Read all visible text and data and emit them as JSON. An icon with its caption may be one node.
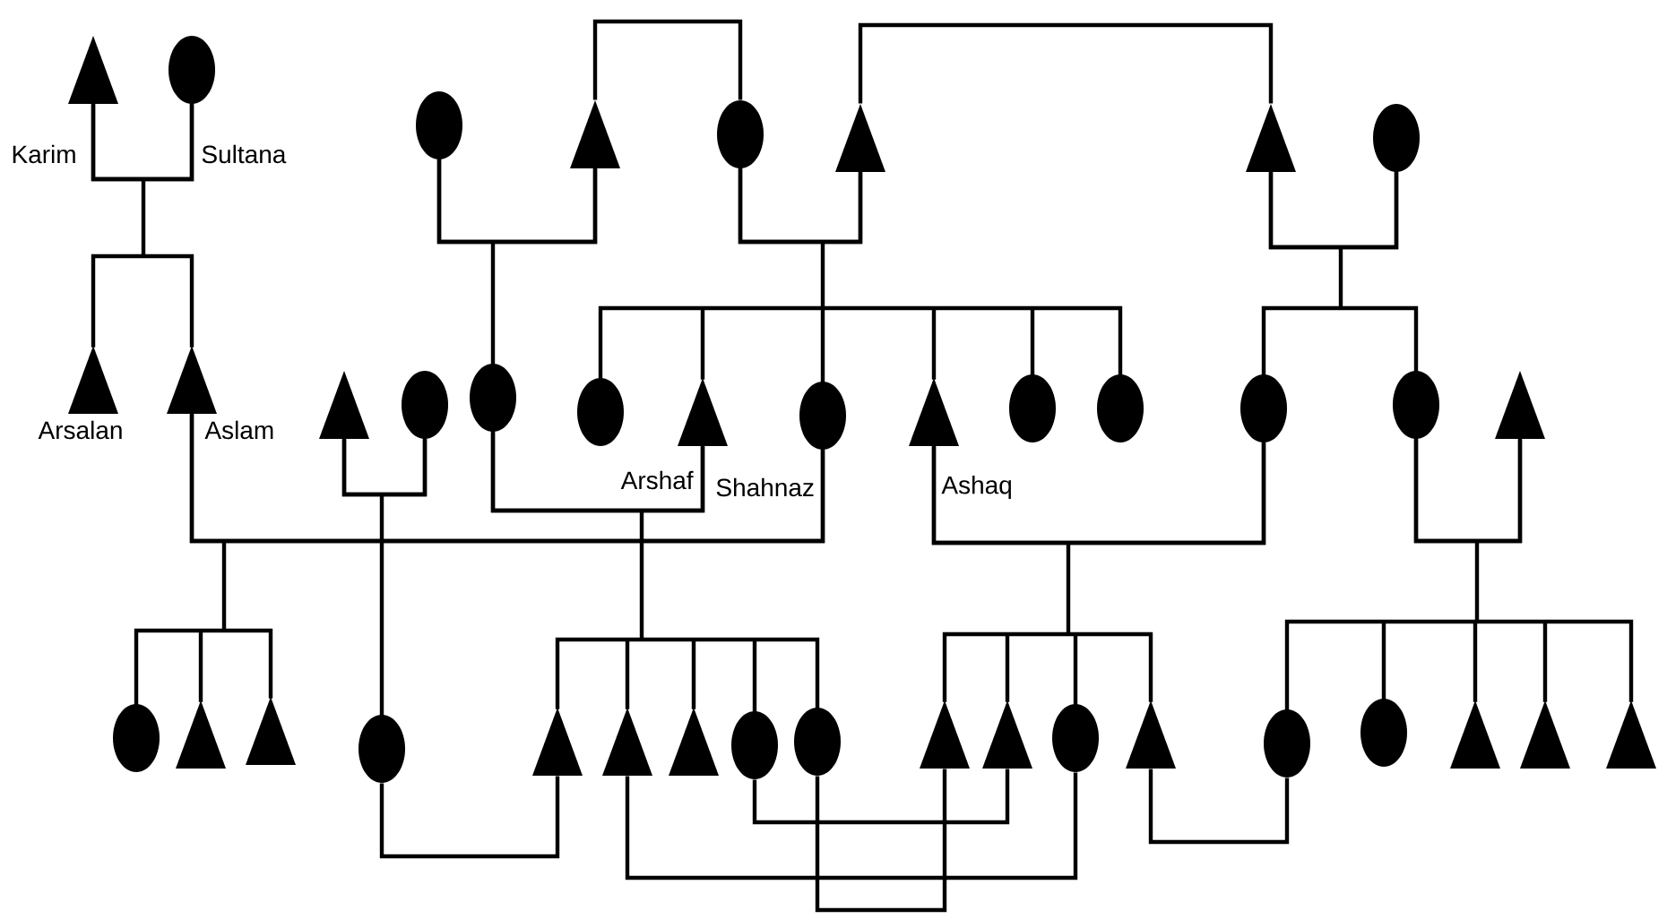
{
  "diagram": {
    "nodes": [
      {
        "text": [],
        "shape": "triangle",
        "beside": [
          "Karim"
        ]
      },
      {
        "text": [],
        "shape": "circle",
        "beside": [
          "Sultana"
        ]
      },
      {
        "text": [],
        "shape": "circle"
      },
      {
        "text": [],
        "shape": "triangle"
      },
      {
        "text": [],
        "shape": "circle"
      },
      {
        "text": [],
        "shape": "triangle"
      },
      {
        "text": [],
        "shape": "triangle"
      },
      {
        "text": [],
        "shape": "circle"
      },
      {
        "text": [],
        "shape": "triangle",
        "beside": [
          "Arsalan"
        ]
      },
      {
        "text": [],
        "shape": "triangle",
        "beside": [
          "Aslam"
        ]
      },
      {
        "text": [],
        "shape": "triangle"
      },
      {
        "text": [],
        "shape": "circle"
      },
      {
        "text": [],
        "shape": "circle"
      },
      {
        "text": [],
        "shape": "circle"
      },
      {
        "text": [],
        "shape": "triangle",
        "beside": [
          "Arshaf"
        ]
      },
      {
        "text": [],
        "shape": "circle",
        "beside": [
          "Shahnaz"
        ]
      },
      {
        "text": [],
        "shape": "triangle",
        "beside": [
          "Ashaq"
        ]
      },
      {
        "text": [],
        "shape": "circle"
      },
      {
        "text": [],
        "shape": "circle"
      },
      {
        "text": [],
        "shape": "circle"
      },
      {
        "text": [],
        "shape": "circle"
      },
      {
        "text": [],
        "shape": "triangle"
      },
      {
        "text": [],
        "shape": "circle"
      },
      {
        "text": [],
        "shape": "triangle"
      },
      {
        "text": [],
        "shape": "triangle"
      },
      {
        "text": [],
        "shape": "circle"
      },
      {
        "text": [],
        "shape": "triangle"
      },
      {
        "text": [],
        "shape": "triangle"
      },
      {
        "text": [],
        "shape": "triangle"
      },
      {
        "text": [],
        "shape": "circle"
      },
      {
        "text": [],
        "shape": "circle"
      },
      {
        "text": [],
        "shape": "triangle"
      },
      {
        "text": [],
        "shape": "triangle"
      },
      {
        "text": [],
        "shape": "circle"
      },
      {
        "text": [],
        "shape": "triangle"
      },
      {
        "text": [],
        "shape": "circle"
      },
      {
        "text": [],
        "shape": "circle"
      },
      {
        "text": [],
        "shape": "triangle"
      },
      {
        "text": [],
        "shape": "triangle"
      },
      {
        "text": [],
        "shape": "triangle"
      }
    ],
    "edges": [
      {
        "from": 0,
        "to": 1,
        "arrow": "none"
      },
      {
        "from": 3,
        "to": 4,
        "arrow": "none"
      },
      {
        "from": 5,
        "to": 6,
        "arrow": "none"
      },
      {
        "from": 2,
        "to": 3,
        "arrow": "none"
      },
      {
        "from": 4,
        "to": 5,
        "arrow": "none"
      },
      {
        "from": 6,
        "to": 7,
        "arrow": "none"
      },
      {
        "from": 0,
        "to": 8,
        "arrow": "none"
      },
      {
        "from": 1,
        "to": 8,
        "arrow": "none"
      },
      {
        "from": 0,
        "to": 9,
        "arrow": "none"
      },
      {
        "from": 1,
        "to": 9,
        "arrow": "none"
      },
      {
        "from": 2,
        "to": 12,
        "arrow": "none"
      },
      {
        "from": 3,
        "to": 12,
        "arrow": "none"
      },
      {
        "from": 4,
        "to": 13,
        "arrow": "none"
      },
      {
        "from": 5,
        "to": 13,
        "arrow": "none"
      },
      {
        "from": 4,
        "to": 14,
        "arrow": "none"
      },
      {
        "from": 5,
        "to": 14,
        "arrow": "none"
      },
      {
        "from": 4,
        "to": 15,
        "arrow": "none"
      },
      {
        "from": 5,
        "to": 15,
        "arrow": "none"
      },
      {
        "from": 4,
        "to": 16,
        "arrow": "none"
      },
      {
        "from": 5,
        "to": 16,
        "arrow": "none"
      },
      {
        "from": 4,
        "to": 17,
        "arrow": "none"
      },
      {
        "from": 5,
        "to": 17,
        "arrow": "none"
      },
      {
        "from": 4,
        "to": 18,
        "arrow": "none"
      },
      {
        "from": 5,
        "to": 18,
        "arrow": "none"
      },
      {
        "from": 6,
        "to": 19,
        "arrow": "none"
      },
      {
        "from": 7,
        "to": 19,
        "arrow": "none"
      },
      {
        "from": 6,
        "to": 20,
        "arrow": "none"
      },
      {
        "from": 7,
        "to": 20,
        "arrow": "none"
      },
      {
        "from": 10,
        "to": 11,
        "arrow": "none"
      },
      {
        "from": 12,
        "to": 14,
        "arrow": "none"
      },
      {
        "from": 9,
        "to": 15,
        "arrow": "none"
      },
      {
        "from": 16,
        "to": 19,
        "arrow": "none"
      },
      {
        "from": 20,
        "to": 21,
        "arrow": "none"
      },
      {
        "from": 9,
        "to": 22,
        "arrow": "none"
      },
      {
        "from": 15,
        "to": 22,
        "arrow": "none"
      },
      {
        "from": 9,
        "to": 23,
        "arrow": "none"
      },
      {
        "from": 15,
        "to": 23,
        "arrow": "none"
      },
      {
        "from": 9,
        "to": 24,
        "arrow": "none"
      },
      {
        "from": 15,
        "to": 24,
        "arrow": "none"
      },
      {
        "from": 10,
        "to": 25,
        "arrow": "none"
      },
      {
        "from": 11,
        "to": 25,
        "arrow": "none"
      },
      {
        "from": 12,
        "to": 26,
        "arrow": "none"
      },
      {
        "from": 14,
        "to": 26,
        "arrow": "none"
      },
      {
        "from": 12,
        "to": 27,
        "arrow": "none"
      },
      {
        "from": 14,
        "to": 27,
        "arrow": "none"
      },
      {
        "from": 12,
        "to": 28,
        "arrow": "none"
      },
      {
        "from": 14,
        "to": 28,
        "arrow": "none"
      },
      {
        "from": 12,
        "to": 29,
        "arrow": "none"
      },
      {
        "from": 14,
        "to": 29,
        "arrow": "none"
      },
      {
        "from": 12,
        "to": 30,
        "arrow": "none"
      },
      {
        "from": 14,
        "to": 30,
        "arrow": "none"
      },
      {
        "from": 16,
        "to": 31,
        "arrow": "none"
      },
      {
        "from": 19,
        "to": 31,
        "arrow": "none"
      },
      {
        "from": 16,
        "to": 32,
        "arrow": "none"
      },
      {
        "from": 19,
        "to": 32,
        "arrow": "none"
      },
      {
        "from": 16,
        "to": 33,
        "arrow": "none"
      },
      {
        "from": 19,
        "to": 33,
        "arrow": "none"
      },
      {
        "from": 16,
        "to": 34,
        "arrow": "none"
      },
      {
        "from": 19,
        "to": 34,
        "arrow": "none"
      },
      {
        "from": 20,
        "to": 35,
        "arrow": "none"
      },
      {
        "from": 21,
        "to": 35,
        "arrow": "none"
      },
      {
        "from": 20,
        "to": 36,
        "arrow": "none"
      },
      {
        "from": 21,
        "to": 36,
        "arrow": "none"
      },
      {
        "from": 20,
        "to": 37,
        "arrow": "none"
      },
      {
        "from": 21,
        "to": 37,
        "arrow": "none"
      },
      {
        "from": 20,
        "to": 38,
        "arrow": "none"
      },
      {
        "from": 21,
        "to": 38,
        "arrow": "none"
      },
      {
        "from": 20,
        "to": 39,
        "arrow": "none"
      },
      {
        "from": 21,
        "to": 39,
        "arrow": "none"
      },
      {
        "from": 25,
        "to": 26,
        "arrow": "none"
      },
      {
        "from": 29,
        "to": 32,
        "arrow": "none"
      },
      {
        "from": 27,
        "to": 33,
        "arrow": "none"
      },
      {
        "from": 30,
        "to": 31,
        "arrow": "none"
      },
      {
        "from": 34,
        "to": 35,
        "arrow": "none"
      }
    ]
  }
}
